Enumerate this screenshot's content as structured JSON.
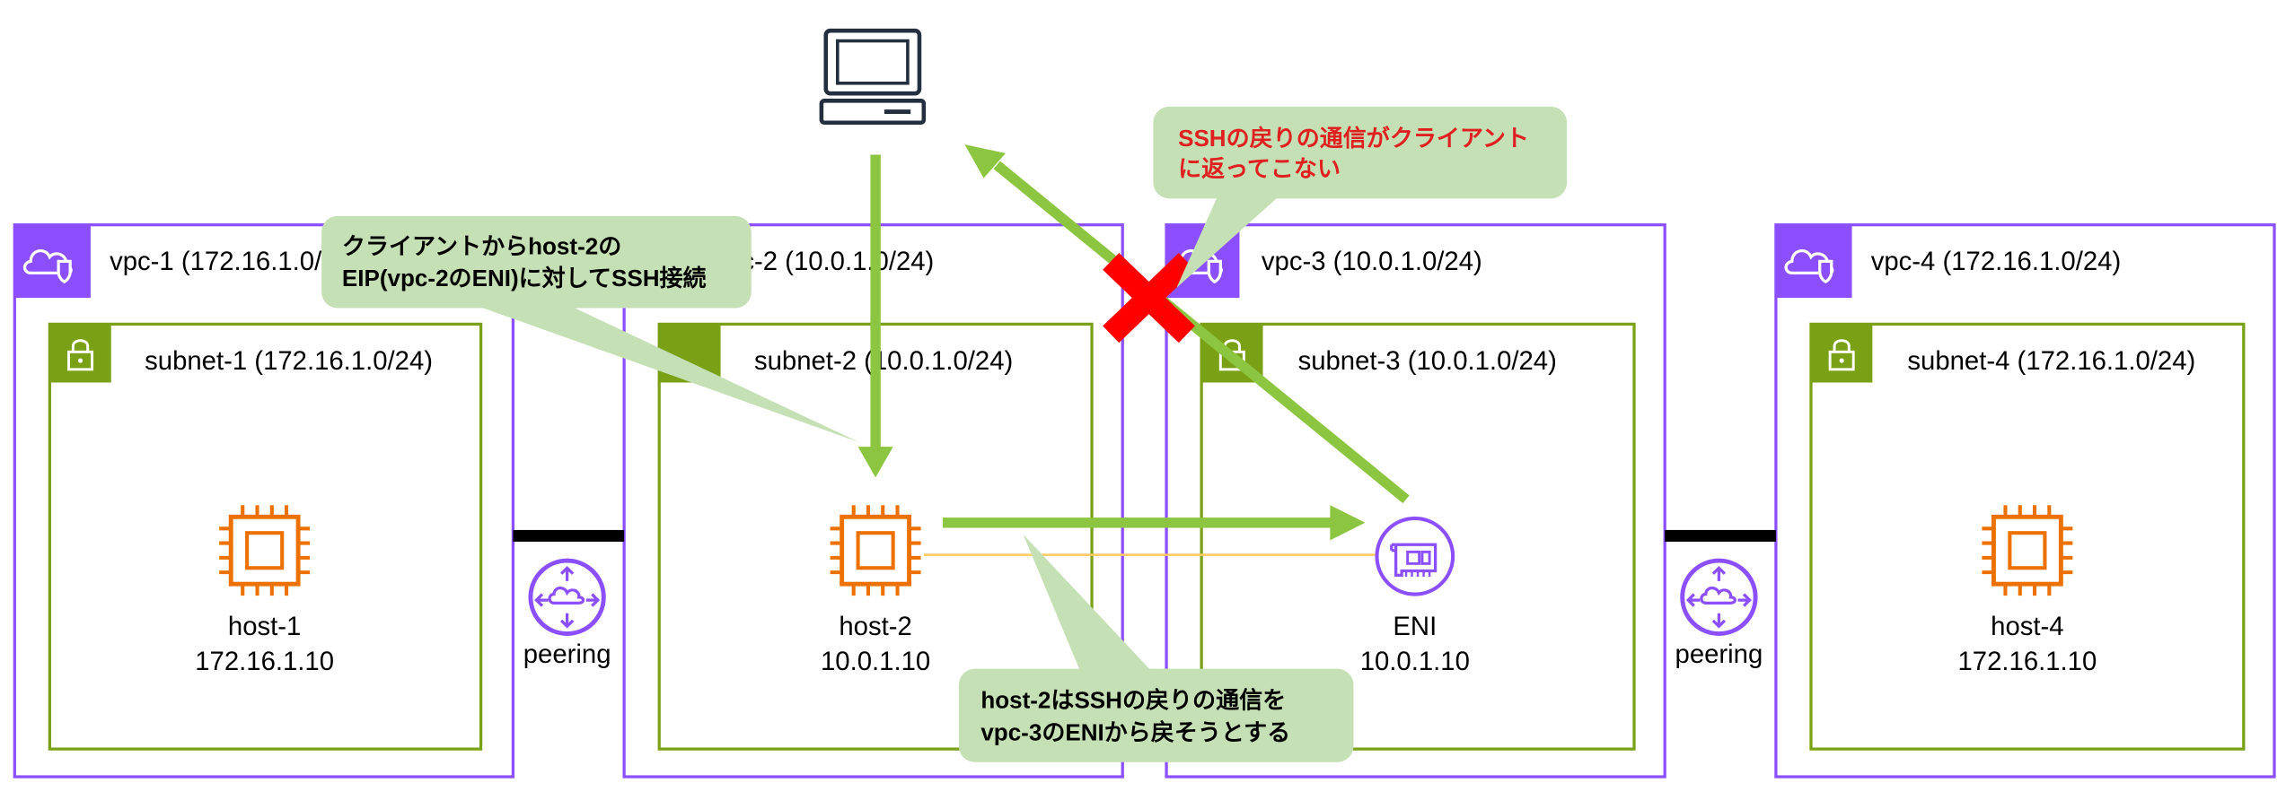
{
  "vpcs": [
    {
      "label": "vpc-1 (172.16.1.0/24)"
    },
    {
      "label": "vpc-2 (10.0.1.0/24)"
    },
    {
      "label": "vpc-3 (10.0.1.0/24)"
    },
    {
      "label": "vpc-4 (172.16.1.0/24)"
    }
  ],
  "subnets": [
    {
      "label": "subnet-1 (172.16.1.0/24)"
    },
    {
      "label": "subnet-2 (10.0.1.0/24)"
    },
    {
      "label": "subnet-3 (10.0.1.0/24)"
    },
    {
      "label": "subnet-4 (172.16.1.0/24)"
    }
  ],
  "hosts": [
    {
      "name": "host-1",
      "ip": "172.16.1.10"
    },
    {
      "name": "host-2",
      "ip": "10.0.1.10"
    },
    {
      "name": "host-4",
      "ip": "172.16.1.10"
    }
  ],
  "eni": {
    "name": "ENI",
    "ip": "10.0.1.10"
  },
  "peerings": [
    {
      "label": "peering"
    },
    {
      "label": "peering"
    }
  ],
  "callouts": {
    "client_ssh": {
      "line1": "クライアントからhost-2の",
      "line2": "EIP(vpc-2のENI)に対してSSH接続"
    },
    "no_return": {
      "line1": "SSHの戻りの通信がクライアント",
      "line2": "に返ってこない"
    },
    "host2_return": {
      "line1": "host-2はSSHの戻りの通信を",
      "line2": "vpc-3のENIから戻そうとする"
    }
  },
  "colors": {
    "vpc_border": "#8c4fff",
    "subnet_border": "#7aa116",
    "ec2": "#ed7100",
    "arrow": "#8cc641",
    "callout_fill": "#c5e0b4",
    "error_text": "#e02020",
    "cross": "#ff0000"
  }
}
